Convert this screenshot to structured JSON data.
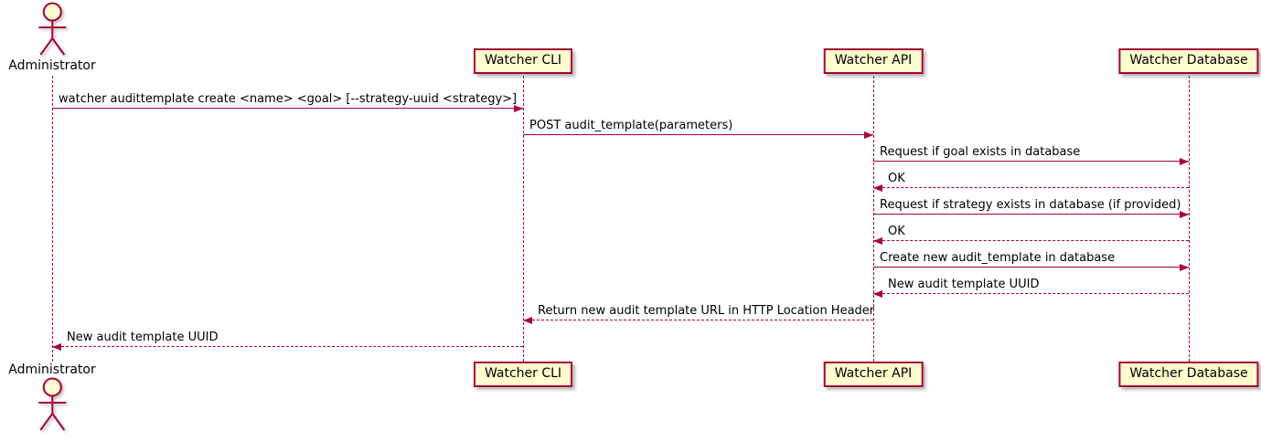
{
  "diagram": {
    "type": "sequence-diagram",
    "colors": {
      "participant_fill": "#FEFECE",
      "stroke": "#A80036",
      "text": "#000000",
      "background": "#FFFFFF"
    },
    "participants": [
      {
        "id": "administrator",
        "label": "Administrator",
        "kind": "actor"
      },
      {
        "id": "watcher-cli",
        "label": "Watcher CLI",
        "kind": "participant"
      },
      {
        "id": "watcher-api",
        "label": "Watcher API",
        "kind": "participant"
      },
      {
        "id": "watcher-db",
        "label": "Watcher Database",
        "kind": "participant"
      }
    ],
    "messages": [
      {
        "from": "administrator",
        "to": "watcher-cli",
        "line": "solid",
        "text": "watcher audittemplate create <name> <goal> [--strategy-uuid <strategy>]"
      },
      {
        "from": "watcher-cli",
        "to": "watcher-api",
        "line": "solid",
        "text": "POST audit_template(parameters)"
      },
      {
        "from": "watcher-api",
        "to": "watcher-db",
        "line": "solid",
        "text": "Request if goal exists in database"
      },
      {
        "from": "watcher-db",
        "to": "watcher-api",
        "line": "dashed",
        "text": "OK"
      },
      {
        "from": "watcher-api",
        "to": "watcher-db",
        "line": "solid",
        "text": "Request if strategy exists in database (if provided)"
      },
      {
        "from": "watcher-db",
        "to": "watcher-api",
        "line": "dashed",
        "text": "OK"
      },
      {
        "from": "watcher-api",
        "to": "watcher-db",
        "line": "solid",
        "text": "Create new audit_template in database"
      },
      {
        "from": "watcher-db",
        "to": "watcher-api",
        "line": "dashed",
        "text": "New audit template UUID"
      },
      {
        "from": "watcher-api",
        "to": "watcher-cli",
        "line": "dashed",
        "text": "Return new audit template URL in HTTP Location Header"
      },
      {
        "from": "watcher-cli",
        "to": "administrator",
        "line": "dashed",
        "text": "New audit template UUID"
      }
    ]
  }
}
